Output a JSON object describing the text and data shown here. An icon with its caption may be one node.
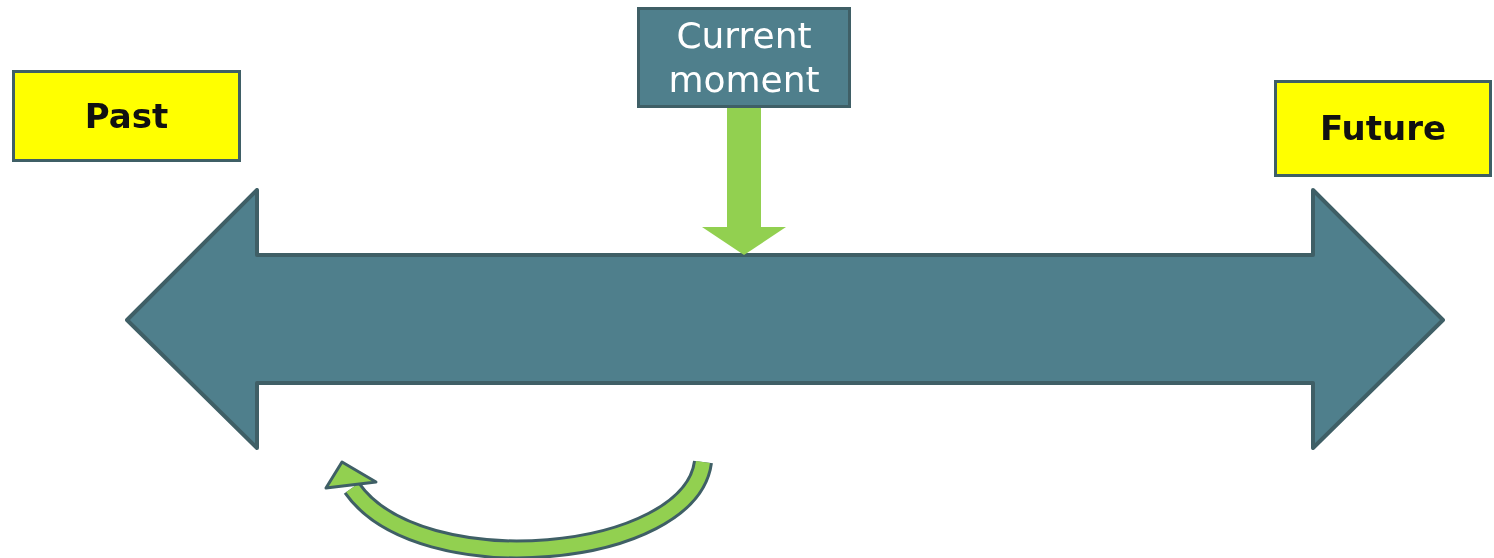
{
  "diagram": {
    "nodes": [
      {
        "text": [
          "Past"
        ]
      },
      {
        "text": [
          "Current moment"
        ]
      },
      {
        "text": [
          "Future"
        ]
      },
      {
        "text": [],
        "shape": "arrow"
      }
    ],
    "edges": [
      {
        "from": 1,
        "to": 3,
        "arrow": "to",
        "color": "#92d050"
      }
    ]
  }
}
